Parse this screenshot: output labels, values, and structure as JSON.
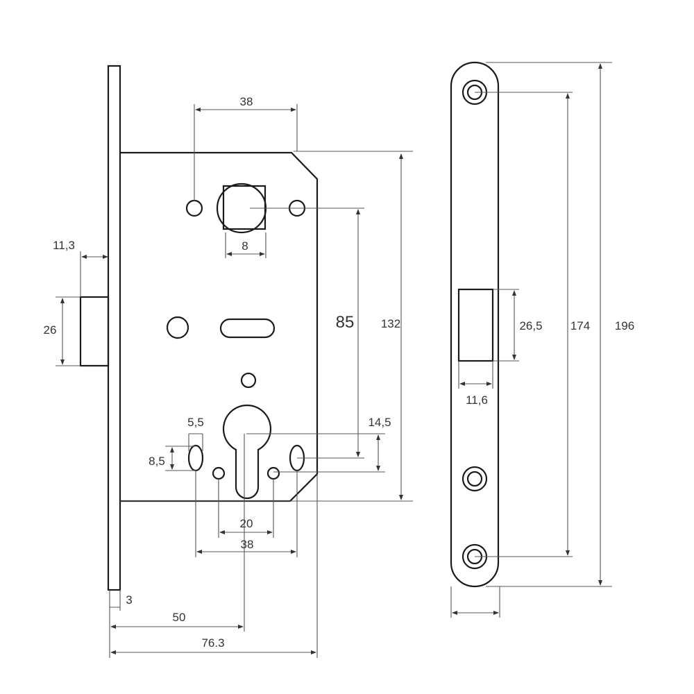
{
  "lock_body": {
    "dims": {
      "spindle_holes_spacing": "38",
      "spindle_square": "8",
      "latch_projection": "11,3",
      "latch_height": "26",
      "center_distance": "85",
      "body_height": "132",
      "cylinder_offset": "14,5",
      "oval_width": "5,5",
      "oval_height": "8,5",
      "cylinder_screw_spacing": "20",
      "lower_holes_spacing": "38",
      "faceplate_thickness": "3",
      "backset": "50",
      "total_depth": "76.3"
    }
  },
  "strike_plate": {
    "dims": {
      "opening_height": "26,5",
      "hole_spacing": "174",
      "plate_height": "196",
      "opening_width": "11,6"
    }
  },
  "colors": {
    "line": "#1a1a1a",
    "dimension": "#555555"
  }
}
